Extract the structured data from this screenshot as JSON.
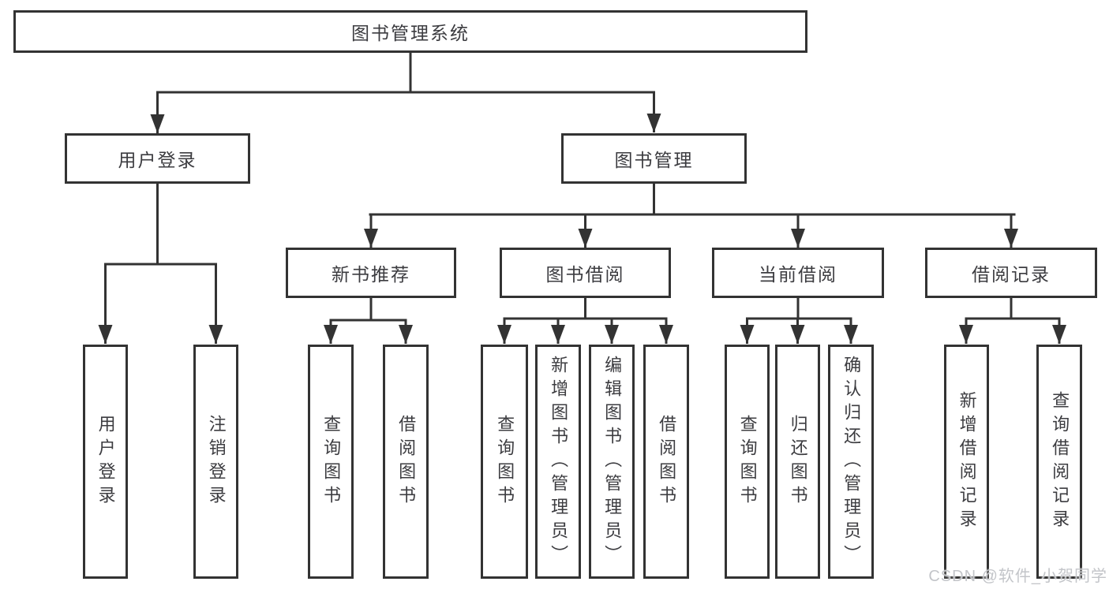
{
  "tree": {
    "root": {
      "label": "图书管理系统"
    },
    "level2": [
      {
        "label": "用户登录",
        "leaves": [
          {
            "label": "用户登录"
          },
          {
            "label": "注销登录"
          }
        ]
      },
      {
        "label": "图书管理",
        "level3": [
          {
            "label": "新书推荐",
            "leaves": [
              {
                "label": "查询图书"
              },
              {
                "label": "借阅图书"
              }
            ]
          },
          {
            "label": "图书借阅",
            "leaves": [
              {
                "label": "查询图书"
              },
              {
                "label": "新增图书（管理员）"
              },
              {
                "label": "编辑图书（管理员）"
              },
              {
                "label": "借阅图书"
              }
            ]
          },
          {
            "label": "当前借阅",
            "leaves": [
              {
                "label": "查询图书"
              },
              {
                "label": "归还图书"
              },
              {
                "label": "确认归还（管理员）"
              }
            ]
          },
          {
            "label": "借阅记录",
            "leaves": [
              {
                "label": "新增借阅记录"
              },
              {
                "label": "查询借阅记录"
              }
            ]
          }
        ]
      }
    ]
  },
  "watermark": {
    "text": "CSDN @软件_小贺同学"
  },
  "colors": {
    "line": "#333333",
    "box_border": "#333333",
    "box_background": "#ffffff",
    "text": "#3c3c40",
    "watermark": "#c3c5c9"
  }
}
